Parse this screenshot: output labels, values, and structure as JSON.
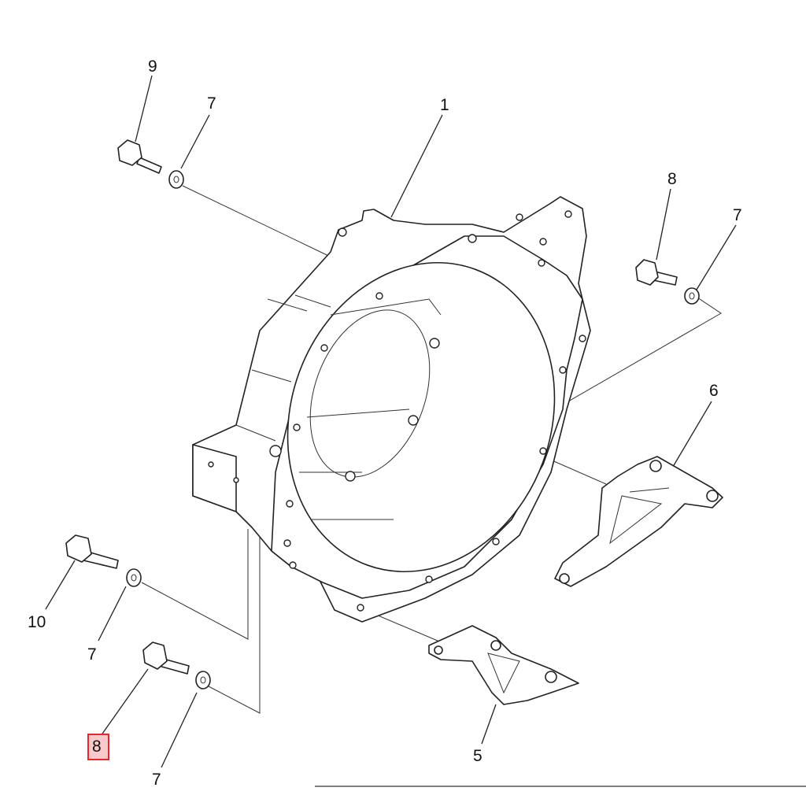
{
  "diagram": {
    "callouts": [
      {
        "id": "label-9",
        "text": "9"
      },
      {
        "id": "label-7-top",
        "text": "7"
      },
      {
        "id": "label-1",
        "text": "1"
      },
      {
        "id": "label-8-right",
        "text": "8"
      },
      {
        "id": "label-7-right",
        "text": "7"
      },
      {
        "id": "label-6",
        "text": "6"
      },
      {
        "id": "label-10",
        "text": "10"
      },
      {
        "id": "label-7-left",
        "text": "7"
      },
      {
        "id": "label-8-selected",
        "text": "8"
      },
      {
        "id": "label-7-bottom",
        "text": "7"
      },
      {
        "id": "label-5",
        "text": "5"
      }
    ],
    "highlight_color": "#e8262b",
    "highlight_fill": "#f9c9cb"
  }
}
